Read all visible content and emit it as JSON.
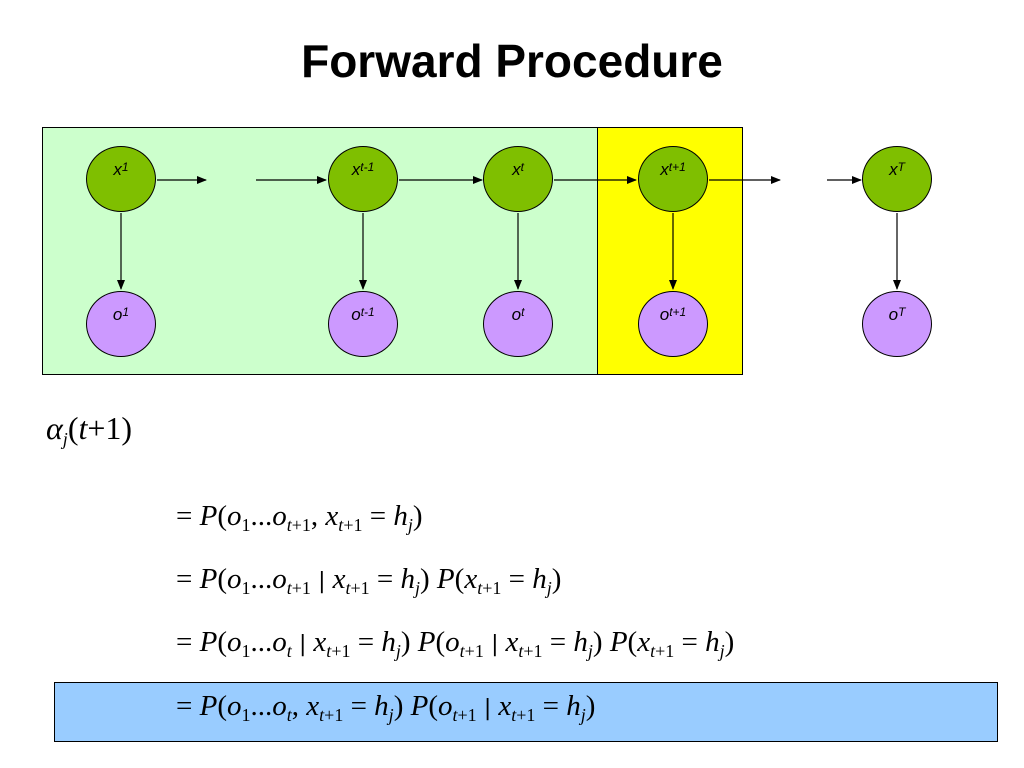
{
  "title": "Forward Procedure",
  "colors": {
    "past_region": "#ccffcc",
    "current_region": "#ffff00",
    "hidden_node": "#7fbf00",
    "observed_node": "#cc99ff",
    "highlight": "#99ccff"
  },
  "hidden_nodes": [
    {
      "base": "x",
      "sub": "1"
    },
    {
      "base": "x",
      "sub": "t-1"
    },
    {
      "base": "x",
      "sub": "t"
    },
    {
      "base": "x",
      "sub": "t+1"
    },
    {
      "base": "x",
      "sub": "T"
    }
  ],
  "observed_nodes": [
    {
      "base": "o",
      "sub": "1"
    },
    {
      "base": "o",
      "sub": "t-1"
    },
    {
      "base": "o",
      "sub": "t"
    },
    {
      "base": "o",
      "sub": "t+1"
    },
    {
      "base": "o",
      "sub": "T"
    }
  ],
  "derivation": {
    "lhs": "α_j(t+1)",
    "steps": [
      "= P(o_1...o_{t+1}, x_{t+1} = h_j)",
      "= P(o_1...o_{t+1} | x_{t+1} = h_j) P(x_{t+1} = h_j)",
      "= P(o_1...o_t | x_{t+1} = h_j) P(o_{t+1} | x_{t+1} = h_j) P(x_{t+1} = h_j)",
      "= P(o_1...o_t, x_{t+1} = h_j) P(o_{t+1} | x_{t+1} = h_j)"
    ]
  }
}
